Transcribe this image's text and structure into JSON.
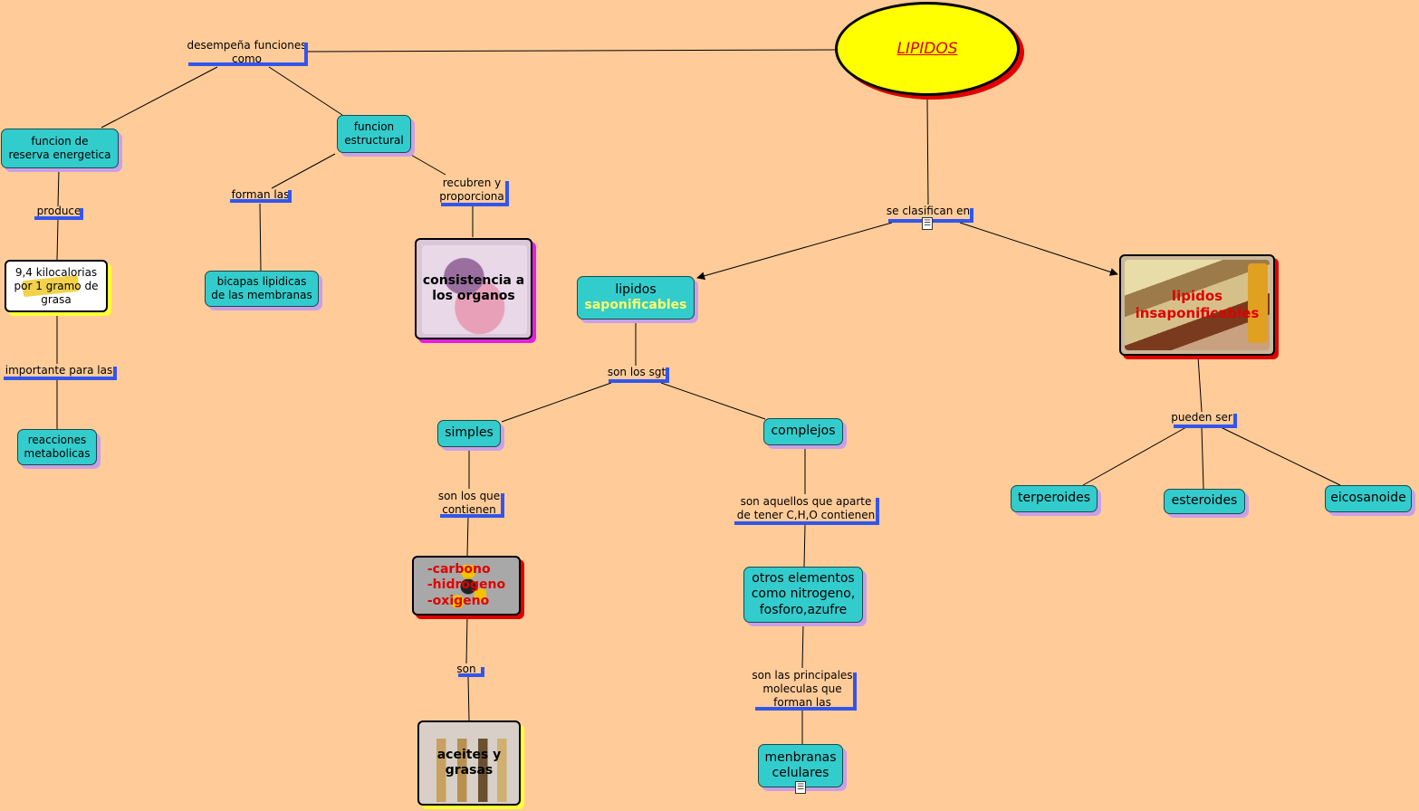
{
  "colors": {
    "background": "#FFCC99",
    "node": "#33CCCC",
    "node_shadow": "#C9A0E8",
    "link_bracket": "#3355EE",
    "root_fill": "#FFFF00",
    "highlight_red": "#E00000",
    "highlight_yellow": "#FFFF66"
  },
  "root": {
    "label": "LIPIDOS"
  },
  "nodes": {
    "reserva": "funcion de\nreserva energetica",
    "estructural": "funcion\nestructural",
    "kcal": "9,4 kilocalorias\npor 1 gramo de\ngrasa",
    "reacciones": "reacciones\nmetabolicas",
    "bicapas": "bicapas lipidicas\nde las membranas",
    "organos": "consistencia a\nlos organos",
    "saponificables_line1": "lipidos",
    "saponificables_line2": "saponificables",
    "insaponificables": "lipidos\ninsaponificables",
    "simples": "simples",
    "complejos": "complejos",
    "elementos": "-carbono\n-hidrogeno\n-oxigeno",
    "otros": "otros elementos\ncomo nitrogeno,\nfosforo,azufre",
    "aceites": "aceites y\ngrasas",
    "membranas": "menbranas\ncelulares",
    "terperoides": "terperoides",
    "esteroides": "esteroides",
    "eicosanoide": "eicosanoide"
  },
  "links": {
    "desempena": "desempeña funciones\ncomo",
    "produce": "produce",
    "importante": "importante para  las",
    "forman": "forman las",
    "recubren": "recubren y\nproporciona",
    "clasifican": "se clasifican en",
    "sonlossgt": "son los sgt",
    "contienen": "son los que\ncontienen",
    "son": "son",
    "aparte": "son aquellos que aparte\nde tener C,H,O contienen",
    "principales": "son las principales\nmoleculas que\nforman las",
    "pueden": "pueden ser"
  },
  "icons": [
    "resource-document-icon",
    "resource-document-icon"
  ]
}
